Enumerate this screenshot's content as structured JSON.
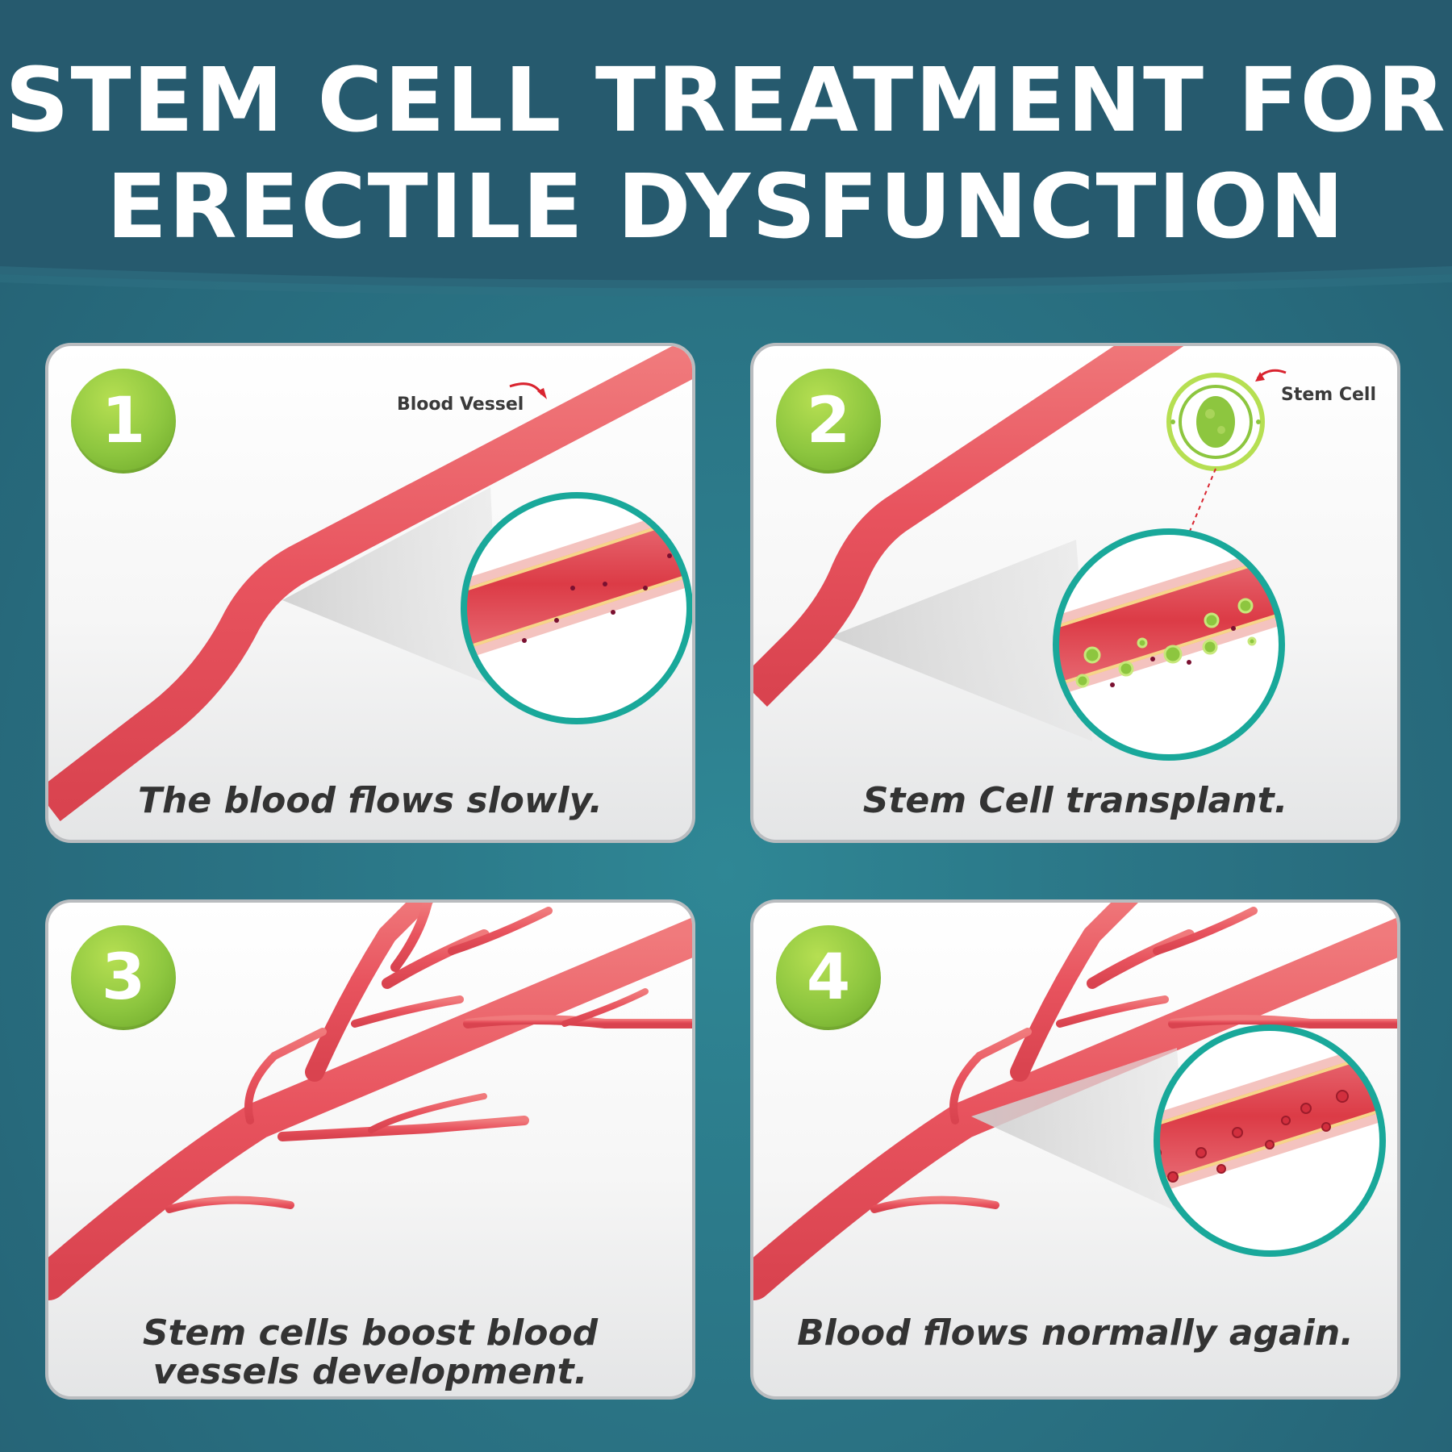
{
  "title": {
    "line1": "STEM CELL TREATMENT FOR",
    "line2": "ERECTILE DYSFUNCTION"
  },
  "colors": {
    "background": "#2a7384",
    "header": "#265a6e",
    "vessel": "#ec5b63",
    "badge": "#8dc63f",
    "magnifier_ring": "#19a89a",
    "stem_cell": "#8dc63f"
  },
  "panels": [
    {
      "number": "1",
      "caption_lines": [
        "The blood flows slowly."
      ],
      "label": "Blood Vessel"
    },
    {
      "number": "2",
      "caption_lines": [
        "Stem Cell transplant."
      ],
      "label": "Stem Cell"
    },
    {
      "number": "3",
      "caption_lines": [
        "Stem cells boost blood",
        "vessels development."
      ]
    },
    {
      "number": "4",
      "caption_lines": [
        "Blood flows normally again."
      ]
    }
  ]
}
